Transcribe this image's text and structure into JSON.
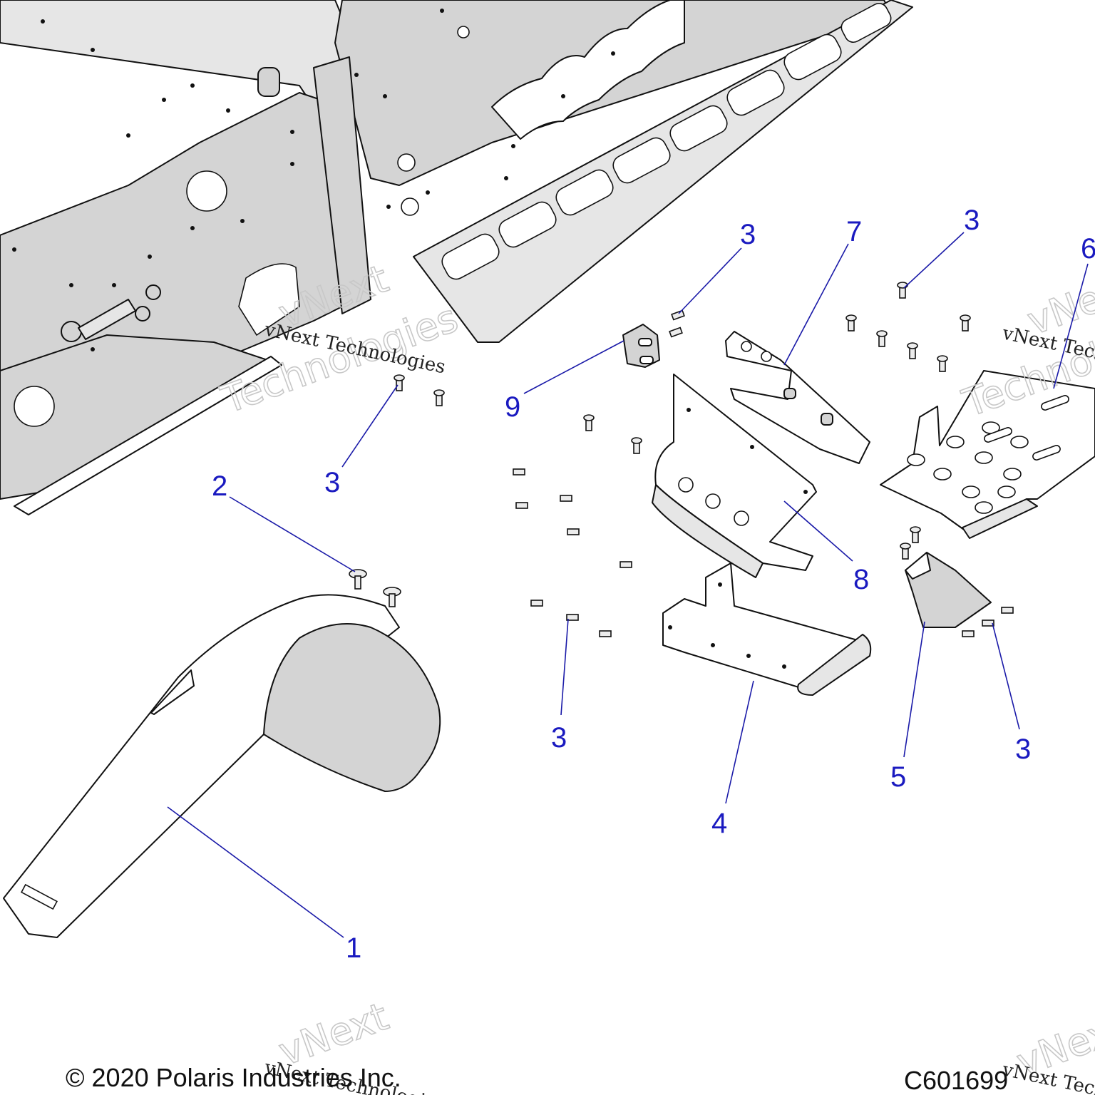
{
  "callouts": [
    {
      "id": "c1",
      "label": "1"
    },
    {
      "id": "c2",
      "label": "2"
    },
    {
      "id": "c3a",
      "label": "3"
    },
    {
      "id": "c3b",
      "label": "3"
    },
    {
      "id": "c3c",
      "label": "3"
    },
    {
      "id": "c3d",
      "label": "3"
    },
    {
      "id": "c3e",
      "label": "3"
    },
    {
      "id": "c4",
      "label": "4"
    },
    {
      "id": "c5",
      "label": "5"
    },
    {
      "id": "c6",
      "label": "6"
    },
    {
      "id": "c7",
      "label": "7"
    },
    {
      "id": "c8",
      "label": "8"
    },
    {
      "id": "c9",
      "label": "9"
    }
  ],
  "watermark": {
    "brand": "vNext Technologies",
    "word1": "vNext",
    "word2": "Technologies"
  },
  "footer": {
    "copyright": "© 2020 Polaris Industries Inc.",
    "drawing_number": "C601699"
  }
}
